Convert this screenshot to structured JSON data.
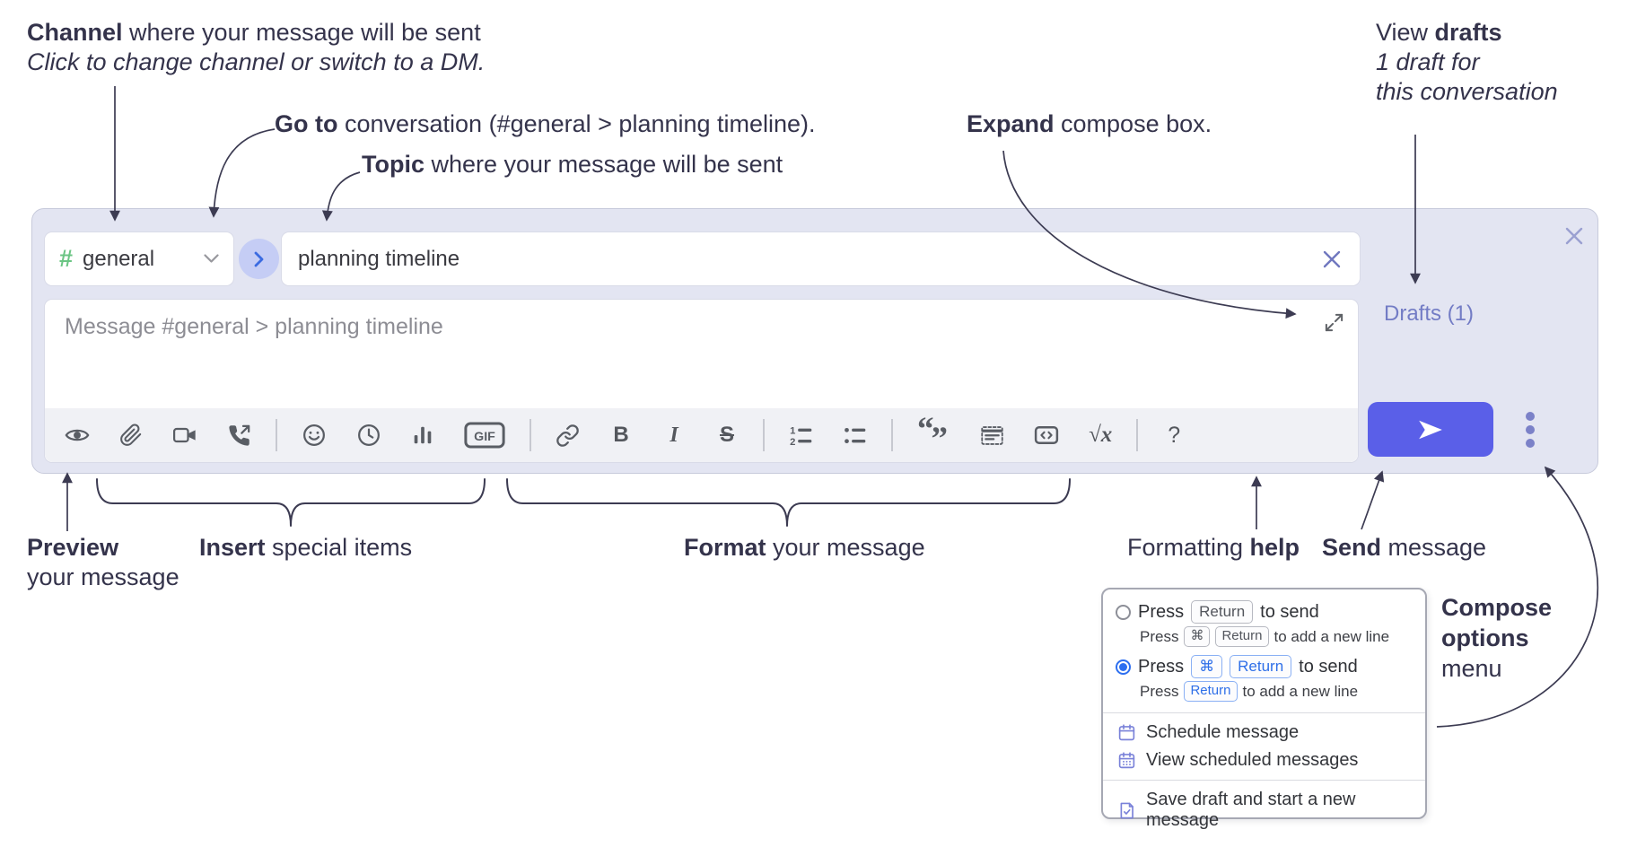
{
  "annotations": {
    "channel": {
      "bold": "Channel",
      "rest": " where your message will be sent",
      "line2": "Click to change channel or switch to a DM."
    },
    "goto": {
      "bold": "Go to",
      "rest": " conversation (#general > planning timeline)."
    },
    "topic": {
      "bold": "Topic",
      "rest": " where your message will be sent"
    },
    "expand": {
      "bold": "Expand",
      "rest": " compose box."
    },
    "view_drafts": {
      "pre": "View ",
      "bold": "drafts",
      "line2": "1 draft for",
      "line3": "this conversation"
    },
    "preview": {
      "bold": "Preview",
      "line2": "your message"
    },
    "insert": {
      "bold": "Insert",
      "rest": " special items"
    },
    "format": {
      "bold": "Format",
      "rest": " your message"
    },
    "formatting_help": {
      "pre": "Formatting ",
      "bold": "help"
    },
    "send": {
      "bold": "Send",
      "rest": " message"
    },
    "compose_options": {
      "line1": "Compose",
      "line2": "options",
      "line3": "menu"
    }
  },
  "compose": {
    "channel_name": "general",
    "topic_value": "planning timeline",
    "message_placeholder": "Message #general > planning timeline",
    "drafts_label": "Drafts (1)",
    "gif_label": "GIF",
    "bold_label": "B",
    "italic_label": "I",
    "strike_label": "S",
    "math_label": "√x",
    "help_label": "?"
  },
  "toolbar_icons": [
    "preview",
    "attach-file",
    "video-call",
    "voice-call",
    "emoji",
    "time",
    "poll",
    "gif",
    "link",
    "bold",
    "italic",
    "strikethrough",
    "numbered-list",
    "bulleted-list",
    "quote",
    "spoiler",
    "code",
    "math",
    "help"
  ],
  "popup": {
    "option1": {
      "word1": "Press",
      "key1": "Return",
      "word2": "to send",
      "sub_word1": "Press",
      "sub_key1": "⌘",
      "sub_key2": "Return",
      "sub_word2": "to add a new line"
    },
    "option2": {
      "word1": "Press",
      "key1": "⌘",
      "key2": "Return",
      "word2": "to send",
      "sub_word1": "Press",
      "sub_key1": "Return",
      "sub_word2": "to add a new line"
    },
    "items": {
      "schedule": "Schedule message",
      "view_scheduled": "View scheduled messages",
      "save_draft": "Save draft and start a new message"
    }
  },
  "colors": {
    "compose_bg": "#e3e5f2",
    "send_button": "#5a5fe8",
    "drafts_link": "#737cc5",
    "hash_green": "#6bc584",
    "goto_circle_bg": "#c5cdf5",
    "goto_chevron": "#3b6be1",
    "key_blue": "#2e6fe8",
    "menu_icon_purple": "#7a82d9",
    "annotation_text": "#34334b",
    "toolbar_bg": "#f0f1f5",
    "toolbar_icon": "#595d64"
  }
}
